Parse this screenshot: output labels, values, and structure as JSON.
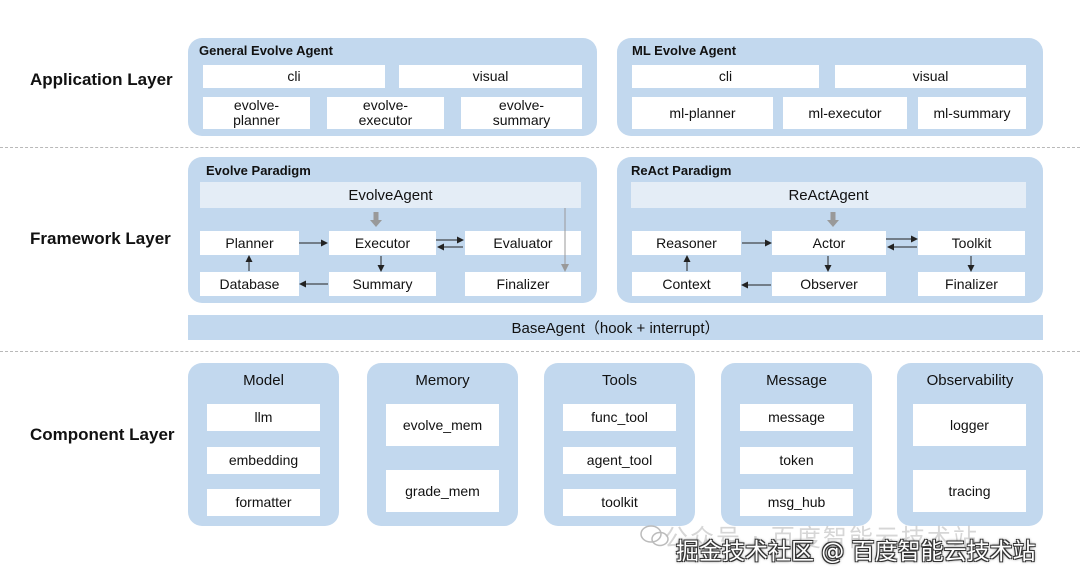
{
  "layers": {
    "application": "Application Layer",
    "framework": "Framework Layer",
    "component": "Component Layer"
  },
  "app_general": {
    "title": "General Evolve Agent",
    "cli": "cli",
    "visual": "visual",
    "planner": "evolve-\nplanner",
    "executor": "evolve-\nexecutor",
    "summary": "evolve-\nsummary"
  },
  "app_ml": {
    "title": "ML Evolve Agent",
    "cli": "cli",
    "visual": "visual",
    "planner": "ml-planner",
    "executor": "ml-executor",
    "summary": "ml-summary"
  },
  "evolve": {
    "title": "Evolve Paradigm",
    "agent": "EvolveAgent",
    "planner": "Planner",
    "executor": "Executor",
    "evaluator": "Evaluator",
    "database": "Database",
    "summary": "Summary",
    "finalizer": "Finalizer"
  },
  "react": {
    "title": "ReAct Paradigm",
    "agent": "ReActAgent",
    "reasoner": "Reasoner",
    "actor": "Actor",
    "toolkit": "Toolkit",
    "context": "Context",
    "observer": "Observer",
    "finalizer": "Finalizer"
  },
  "base_agent": "BaseAgent（hook + interrupt）",
  "components": {
    "model": {
      "title": "Model",
      "items": [
        "llm",
        "embedding",
        "formatter"
      ]
    },
    "memory": {
      "title": "Memory",
      "items": [
        "evolve_mem",
        "grade_mem"
      ]
    },
    "tools": {
      "title": "Tools",
      "items": [
        "func_tool",
        "agent_tool",
        "toolkit"
      ]
    },
    "message": {
      "title": "Message",
      "items": [
        "message",
        "token",
        "msg_hub"
      ]
    },
    "observability": {
      "title": "Observability",
      "items": [
        "logger",
        "tracing"
      ]
    }
  },
  "watermark": {
    "text": "掘金技术社区 @ 百度智能云技术站",
    "faded": "公众号 · 百度智能云技术站"
  },
  "colors": {
    "panel": "#c2d8ee",
    "agent_bar": "#e4edf6",
    "box": "#ffffff",
    "arrow": "#222222",
    "gray_arrow": "#999999"
  }
}
